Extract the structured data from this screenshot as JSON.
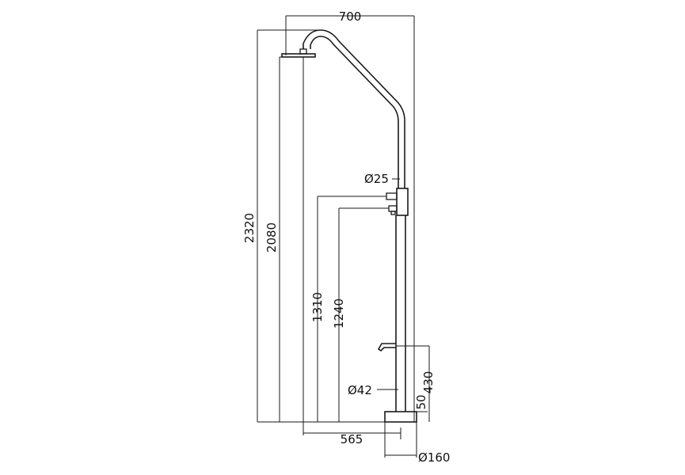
{
  "dimensions": {
    "top_width": "700",
    "total_height": "2320",
    "head_height": "2080",
    "upper_outlet_height": "1310",
    "lower_outlet_height": "1240",
    "spout_height": "430",
    "base_height": "50",
    "head_offset": "565",
    "upper_pipe_diameter": "Ø25",
    "lower_pipe_diameter": "Ø42",
    "base_diameter": "Ø160"
  }
}
